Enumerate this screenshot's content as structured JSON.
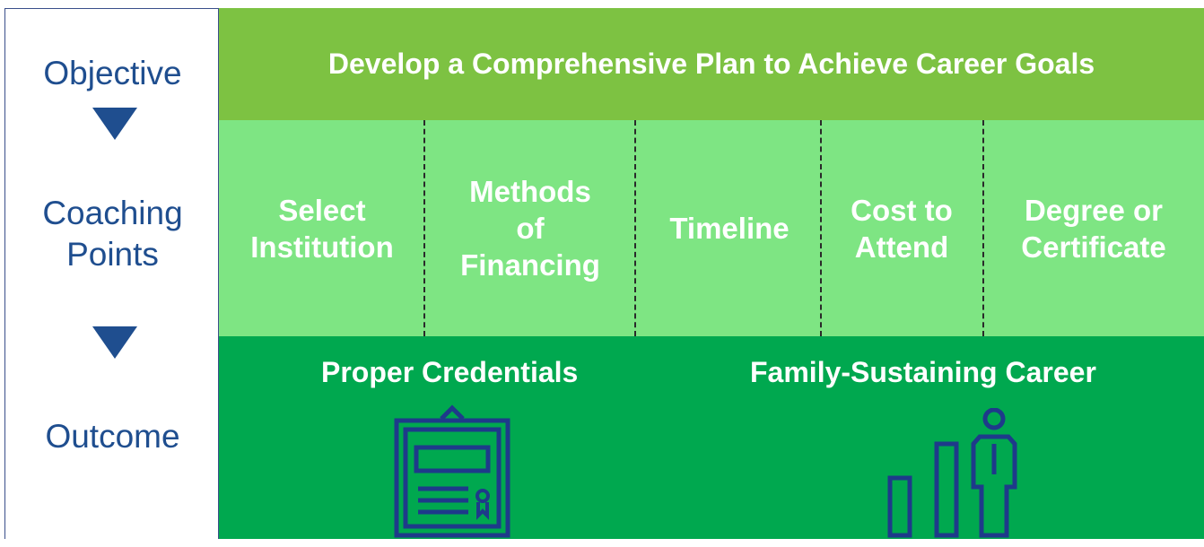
{
  "stages": {
    "objective": "Objective",
    "coaching_line1": "Coaching",
    "coaching_line2": "Points",
    "outcome": "Outcome"
  },
  "objective": {
    "title": "Develop a Comprehensive Plan to Achieve Career Goals"
  },
  "coaching_points": [
    {
      "lines": [
        "Select",
        "Institution"
      ]
    },
    {
      "lines": [
        "Methods",
        "of",
        "Financing"
      ]
    },
    {
      "lines": [
        "Timeline"
      ]
    },
    {
      "lines": [
        "Cost to",
        "Attend"
      ]
    },
    {
      "lines": [
        "Degree or",
        "Certificate"
      ]
    }
  ],
  "outcomes": [
    {
      "label": "Proper Credentials",
      "icon": "framed-certificate-icon"
    },
    {
      "label": "Family-Sustaining Career",
      "icon": "career-growth-icon"
    }
  ],
  "colors": {
    "objective_band": "#7dc242",
    "coaching_band": "#7ee583",
    "outcome_band": "#00a84f",
    "label_blue": "#1f4e8f",
    "icon_navy": "#1e3a8a"
  }
}
